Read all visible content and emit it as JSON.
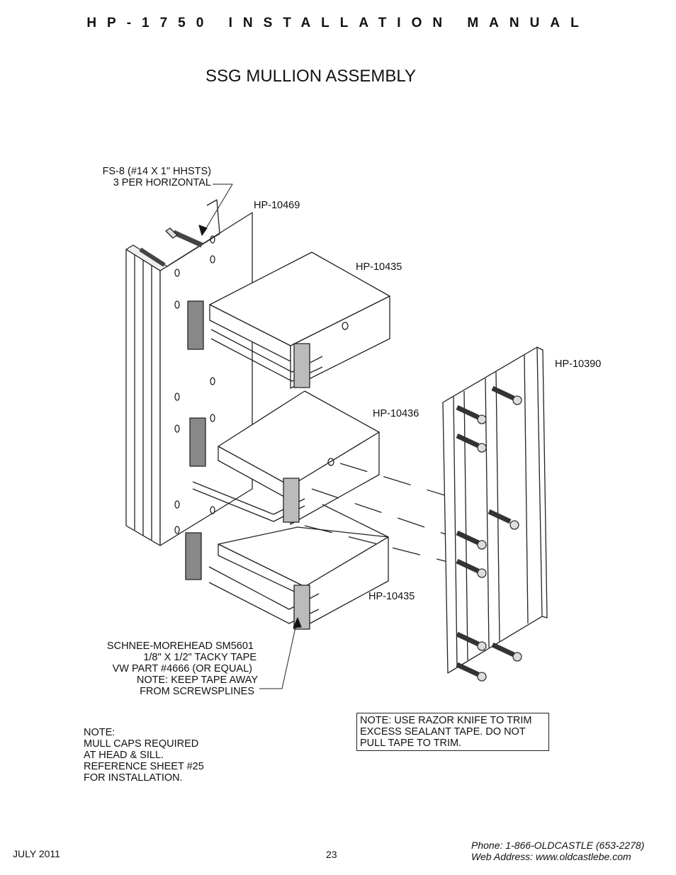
{
  "header": {
    "title": "HP-1750 INSTALLATION MANUAL"
  },
  "page_title": "SSG MULLION ASSEMBLY",
  "callouts": {
    "fastener": [
      "FS-8 (#14 X 1\" HHSTS)",
      "3 PER HORIZONTAL"
    ],
    "part_top_mullion": "HP-10469",
    "part_head": "HP-10435",
    "part_mid": "HP-10436",
    "part_sill": "HP-10435",
    "part_cover": "HP-10390",
    "tape": [
      "SCHNEE-MOREHEAD SM5601",
      "1/8\" X 1/2\" TACKY TAPE",
      "VW PART #4666 (OR EQUAL)",
      "NOTE: KEEP TAPE AWAY",
      "FROM SCREWSPLINES"
    ]
  },
  "notes": {
    "mull_caps": [
      "NOTE:",
      "MULL CAPS REQUIRED",
      "AT HEAD & SILL.",
      "REFERENCE SHEET #25",
      "FOR INSTALLATION."
    ],
    "razor": [
      "NOTE: USE RAZOR KNIFE TO TRIM",
      "EXCESS SEALANT TAPE. DO NOT",
      "PULL TAPE TO TRIM."
    ]
  },
  "footer": {
    "date": "JULY 2011",
    "page": "23",
    "phone": "Phone: 1-866-OLDCASTLE (653-2278)",
    "web": "Web Address: www.oldcastlebe.com"
  }
}
